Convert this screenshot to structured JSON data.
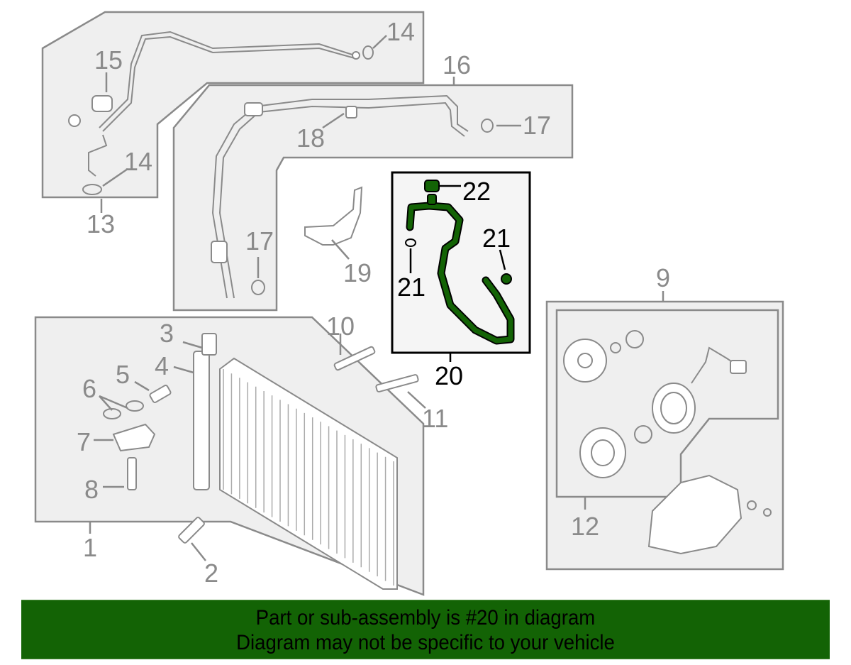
{
  "diagram": {
    "highlight_color": "#136305",
    "labels": {
      "l14a": "14",
      "l15": "15",
      "l14b": "14",
      "l13": "13",
      "l16": "16",
      "l18": "18",
      "l17a": "17",
      "l17b": "17",
      "l19": "19",
      "l3": "3",
      "l4": "4",
      "l5": "5",
      "l6": "6",
      "l7": "7",
      "l8": "8",
      "l1": "1",
      "l2": "2",
      "l10": "10",
      "l11": "11",
      "l9": "9",
      "l12": "12",
      "l22": "22",
      "l21a": "21",
      "l21b": "21",
      "l20": "20"
    }
  },
  "banner": {
    "line1": "Part or sub-assembly is #20 in diagram",
    "line2": "Diagram may not be specific to your vehicle"
  }
}
